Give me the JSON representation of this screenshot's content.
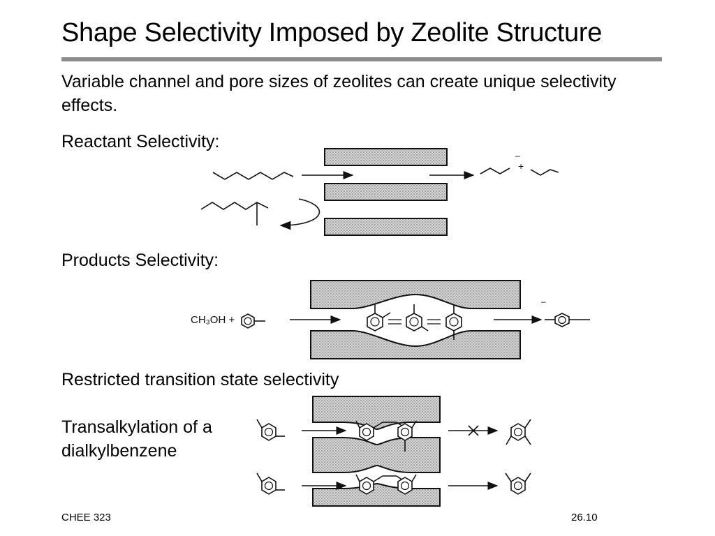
{
  "slide": {
    "title": "Shape Selectivity Imposed by Zeolite Structure",
    "intro": "Variable channel and pore sizes of zeolites can create unique selectivity effects.",
    "reactant_heading": "Reactant Selectivity:",
    "products_heading": "Products Selectivity:",
    "transition_heading": "Restricted transition state selectivity",
    "transalkylation_caption": "Transalkylation of a dialkylbenzene"
  },
  "figures": {
    "products": {
      "reagent_label": "CH₃OH +"
    }
  },
  "footer": {
    "course": "CHEE 323",
    "page": "26.10"
  }
}
